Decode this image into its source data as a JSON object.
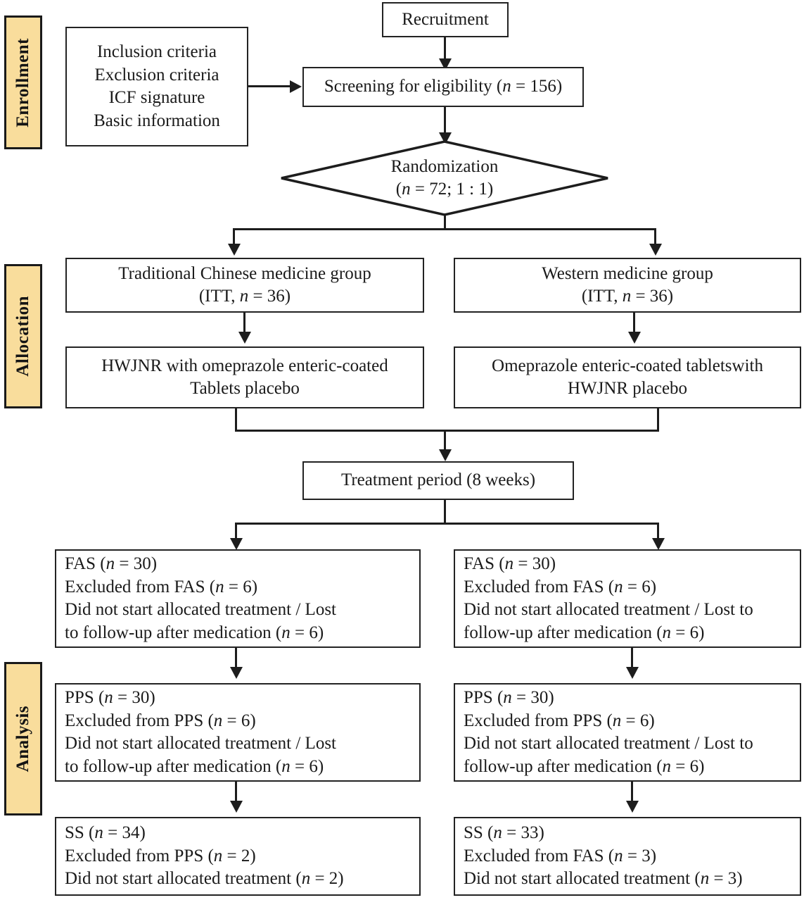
{
  "figure": {
    "type": "consort-flow-diagram",
    "colors": {
      "phase_tab_fill": "#F9DD9C",
      "line": "#1d1d1d",
      "box_border": "#232323",
      "background": "#ffffff",
      "text": "#1a1a1a"
    }
  },
  "phases": [
    {
      "id": "enrollment",
      "label": "Enrollment"
    },
    {
      "id": "allocation",
      "label": "Allocation"
    },
    {
      "id": "analysis",
      "label": "Analysis"
    }
  ],
  "nodes": {
    "recruitment": {
      "label": "Recruitment"
    },
    "criteria": {
      "lines": [
        "Inclusion criteria",
        "Exclusion criteria",
        "ICF signature",
        "Basic information"
      ]
    },
    "screening": {
      "text_prefix": "Screening for eligibility (",
      "italic_n": "n",
      "text_suffix": " = 156)",
      "full": "Screening for eligibility (n = 156)",
      "count": 156
    },
    "randomization": {
      "line1": "Randomization",
      "line2_prefix": "(",
      "italic_n": "n",
      "line2_suffix": " = 72; 1 : 1)",
      "full": "Randomization (n = 72; 1 : 1)",
      "count": 72,
      "ratio": "1 : 1"
    },
    "tcm_group": {
      "line1": "Traditional Chinese medicine group",
      "line2_prefix": "(ITT, ",
      "italic_n": "n",
      "line2_suffix": " = 36)",
      "full": "Traditional Chinese medicine group (ITT, n = 36)",
      "count": 36
    },
    "wm_group": {
      "line1": "Western medicine group",
      "line2_prefix": "(ITT, ",
      "italic_n": "n",
      "line2_suffix": " = 36)",
      "full": "Western medicine group (ITT, n = 36)",
      "count": 36
    },
    "tcm_intervention": {
      "line1": "HWJNR with omeprazole enteric-coated",
      "line2": "Tablets placebo"
    },
    "wm_intervention": {
      "line1": "Omeprazole enteric-coated tabletswith",
      "line2": "HWJNR placebo"
    },
    "treatment_period": {
      "label": "Treatment period (8 weeks)",
      "duration_weeks": 8
    },
    "left_fas": {
      "l1_prefix": "FAS (",
      "l1_n": "n",
      "l1_suffix": " = 30)",
      "l2_prefix": "Excluded from FAS (",
      "l2_n": "n",
      "l2_suffix": " = 6)",
      "l3": "Did not start allocated treatment / Lost",
      "l4_prefix": "to follow-up after medication (",
      "l4_n": "n",
      "l4_suffix": " = 6)",
      "set": "FAS",
      "n": 30,
      "excluded": 6
    },
    "right_fas": {
      "l1_prefix": "FAS (",
      "l1_n": "n",
      "l1_suffix": " = 30)",
      "l2_prefix": "Excluded from FAS (",
      "l2_n": "n",
      "l2_suffix": " = 6)",
      "l3": "Did not start allocated treatment / Lost to",
      "l4_prefix": "follow-up after medication (",
      "l4_n": "n",
      "l4_suffix": " = 6)",
      "set": "FAS",
      "n": 30,
      "excluded": 6
    },
    "left_pps": {
      "l1_prefix": "PPS (",
      "l1_n": "n",
      "l1_suffix": " = 30)",
      "l2_prefix": "Excluded from PPS (",
      "l2_n": "n",
      "l2_suffix": " = 6)",
      "l3": "Did not start allocated treatment / Lost",
      "l4_prefix": "to follow-up after medication (",
      "l4_n": "n",
      "l4_suffix": " = 6)",
      "set": "PPS",
      "n": 30,
      "excluded": 6
    },
    "right_pps": {
      "l1_prefix": "PPS (",
      "l1_n": "n",
      "l1_suffix": " = 30)",
      "l2_prefix": "Excluded from PPS (",
      "l2_n": "n",
      "l2_suffix": " = 6)",
      "l3": "Did not start allocated treatment / Lost to",
      "l4_prefix": "follow-up after medication (",
      "l4_n": "n",
      "l4_suffix": " = 6)",
      "set": "PPS",
      "n": 30,
      "excluded": 6
    },
    "left_ss": {
      "l1_prefix": "SS (",
      "l1_n": "n",
      "l1_suffix": " = 34)",
      "l2_prefix": "Excluded from PPS (",
      "l2_n": "n",
      "l2_suffix": " = 2)",
      "l3_prefix": "Did not start allocated treatment (",
      "l3_n": "n",
      "l3_suffix": " = 2)",
      "set": "SS",
      "n": 34,
      "excluded": 2
    },
    "right_ss": {
      "l1_prefix": "SS (",
      "l1_n": "n",
      "l1_suffix": " = 33)",
      "l2_prefix": "Excluded from FAS (",
      "l2_n": "n",
      "l2_suffix": " = 3)",
      "l3_prefix": "Did not start allocated treatment (",
      "l3_n": "n",
      "l3_suffix": " = 3)",
      "set": "SS",
      "n": 33,
      "excluded": 3
    }
  }
}
